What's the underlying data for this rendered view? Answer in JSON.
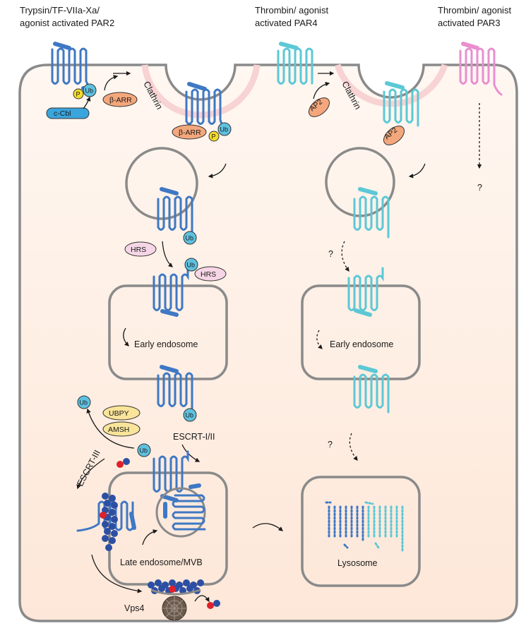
{
  "headers": {
    "par2_line1": "Trypsin/TF-VIIa-Xa/",
    "par2_line2": "agonist activated PAR2",
    "par4_line1": "Thrombin/ agonist",
    "par4_line2": "activated PAR4",
    "par3_line1": "Thrombin/ agonist",
    "par3_line2": "activated PAR3"
  },
  "labels": {
    "clathrin": "Clathrin",
    "beta_arr": "β-ARR",
    "ub": "Ub",
    "p": "P",
    "c_cbl": "c-Cbl",
    "ap2": "AP2",
    "hrs": "HRS",
    "early_endosome": "Early endosome",
    "ubpy": "UBPY",
    "amsh": "AMSH",
    "escrt_12": "ESCRT-I/II",
    "escrt_3": "ESCRT-III",
    "late_endosome": "Late endosome/MVB",
    "vps4": "Vps4",
    "lysosome": "Lysosome",
    "question": "?"
  },
  "colors": {
    "par2": "#3f78c4",
    "par4": "#5cc8d6",
    "par3": "#e98fd0",
    "membrane": "#8a8a8a",
    "cytoplasm": "#fdf0e6",
    "clathrin": "#f6c9c9",
    "beta_arr": "#f4a77c",
    "ap2": "#f4a77c",
    "ub": "#5ec1e0",
    "p": "#f5dc2a",
    "c_cbl": "#3aa5dd",
    "hrs": "#f6d6e6",
    "ubpy": "#f9e49a",
    "escrt3_beads": "#2c4fa3",
    "red_bead": "#e0202a",
    "vps4": "#6b5a4e"
  }
}
